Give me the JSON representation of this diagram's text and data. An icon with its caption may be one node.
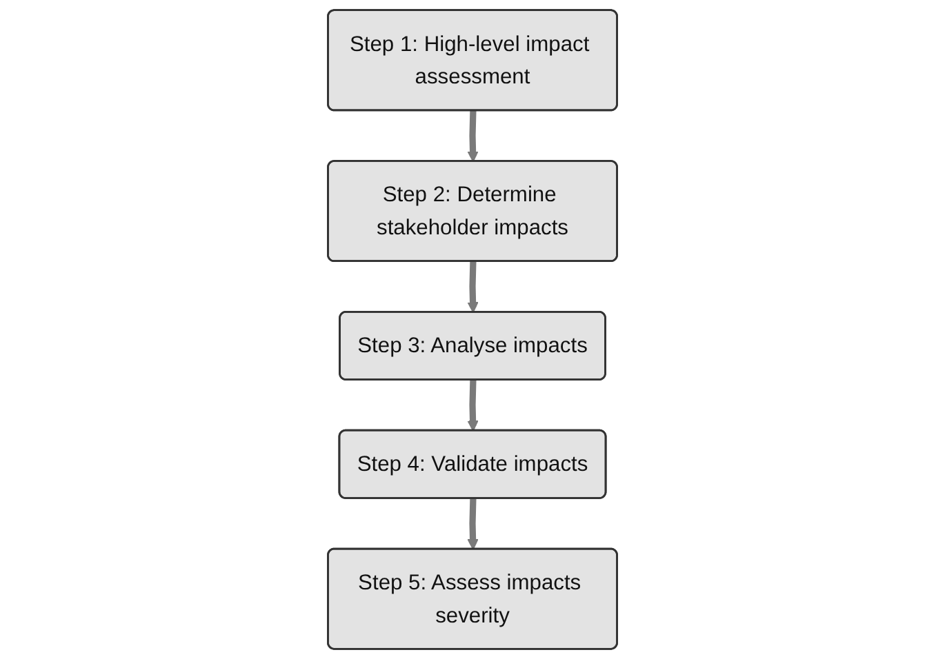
{
  "diagram": {
    "nodes": [
      {
        "text": [
          "Step 1: High-level impact assessment"
        ]
      },
      {
        "text": [
          "Step 2: Determine stakeholder impacts"
        ]
      },
      {
        "text": [
          "Step 3: Analyse impacts"
        ]
      },
      {
        "text": [
          "Step 4: Validate impacts"
        ]
      },
      {
        "text": [
          "Step 5: Assess impacts severity"
        ]
      }
    ],
    "edges": [
      {
        "from": 0,
        "to": 1,
        "arrow": "to"
      },
      {
        "from": 1,
        "to": 2,
        "arrow": "to"
      },
      {
        "from": 2,
        "to": 3,
        "arrow": "to"
      },
      {
        "from": 3,
        "to": 4,
        "arrow": "to"
      }
    ]
  }
}
